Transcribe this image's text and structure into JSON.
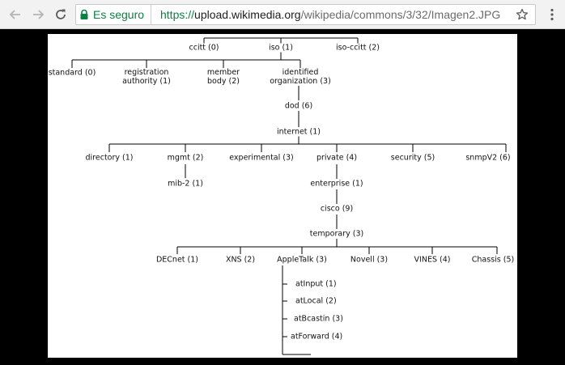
{
  "browser": {
    "security_label": "Es seguro",
    "url_scheme": "https://",
    "url_host": "upload.wikimedia.org",
    "url_path": "/wikipedia/commons/3/32/Imagen2.JPG",
    "icons": [
      "back-arrow-icon",
      "forward-arrow-icon",
      "reload-icon",
      "lock-icon",
      "star-icon",
      "kebab-menu-icon"
    ],
    "colors": {
      "secure_green": "#0b8043",
      "viewer_background": "#000000"
    }
  },
  "tree": {
    "root": {
      "ccitt": "ccitt (0)",
      "iso": "iso (1)",
      "iso_ccitt": "iso-ccitt (2)"
    },
    "iso_children": {
      "standard": "standard (0)",
      "registration_1": "registration",
      "registration_2": "authority (1)",
      "member_1": "member",
      "member_2": "body (2)",
      "identified_1": "identified",
      "identified_2": "organization (3)"
    },
    "dod": "dod (6)",
    "internet": "internet (1)",
    "internet_children": {
      "directory": "directory (1)",
      "mgmt": "mgmt (2)",
      "experimental": "experimental (3)",
      "private": "private (4)",
      "security": "security (5)",
      "snmpv2": "snmpV2 (6)"
    },
    "mib2": "mib-2 (1)",
    "enterprise": "enterprise (1)",
    "cisco": "cisco (9)",
    "temporary": "temporary (3)",
    "temporary_children": {
      "decnet": "DECnet (1)",
      "xns": "XNS (2)",
      "appletalk": "AppleTalk (3)",
      "novell": "Novell (3)",
      "vines": "VINES (4)",
      "chassis": "Chassis (5)"
    },
    "appletalk_children": {
      "atinput": "atInput (1)",
      "atlocal": "atLocal (2)",
      "atbcastin": "atBcastin (3)",
      "atforward": "atForward (4)"
    }
  }
}
